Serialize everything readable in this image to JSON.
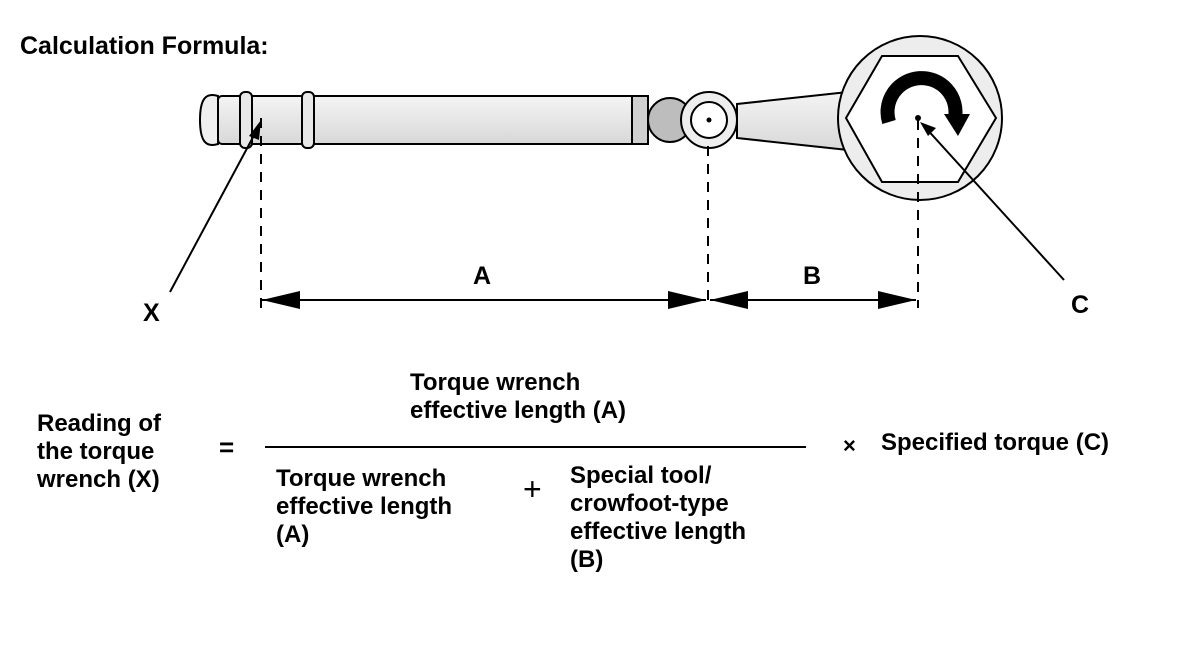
{
  "title": "Calculation Formula:",
  "diagram": {
    "label_x": "X",
    "label_c": "C",
    "label_a": "A",
    "label_b": "B"
  },
  "formula": {
    "lhs": "Reading of\nthe torque\nwrench (X)",
    "equals": "=",
    "numerator": "Torque wrench\neffective length (A)",
    "denominator_left": "Torque wrench\neffective length\n(A)",
    "plus": "+",
    "denominator_right": "Special tool/\ncrowfoot-type\neffective length\n(B)",
    "times": "×",
    "rhs": "Specified torque (C)"
  }
}
